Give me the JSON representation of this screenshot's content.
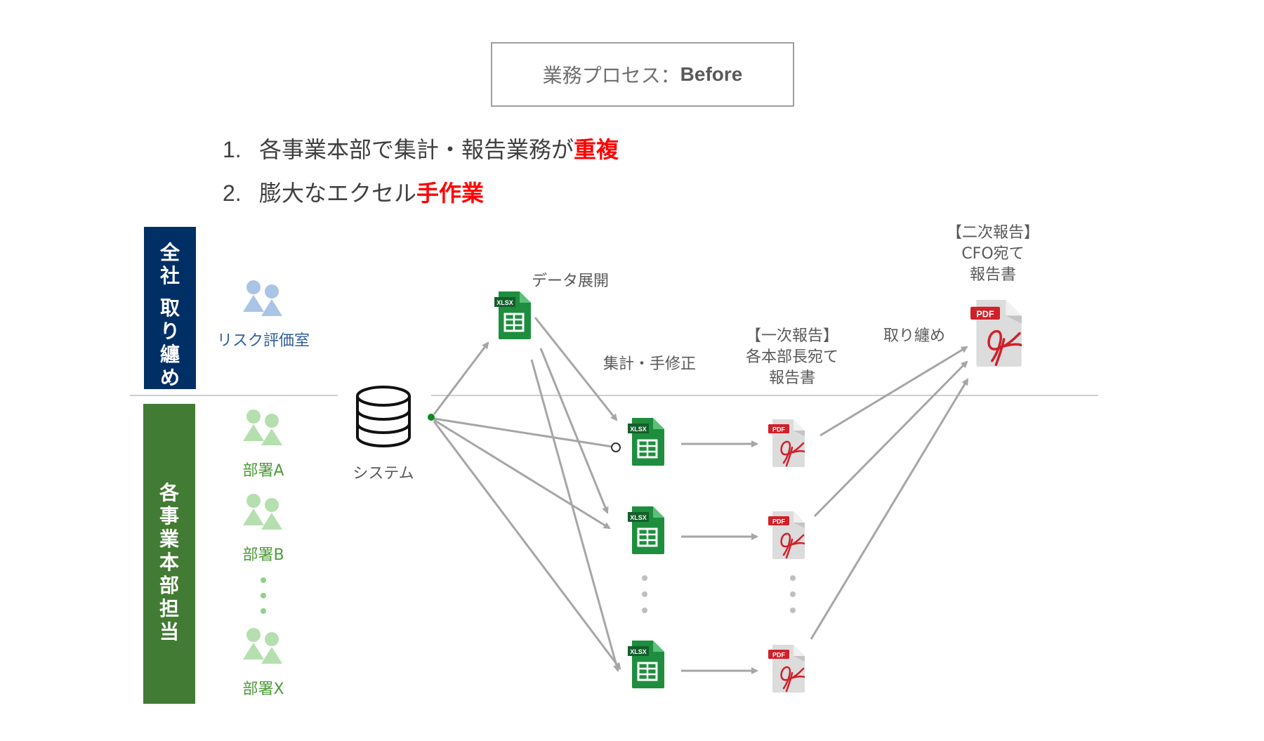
{
  "title": {
    "prefix": "業務プロセス：",
    "emphasis": "Before"
  },
  "issues": [
    {
      "number": "1.",
      "text": "各事業本部で集計・報告業務が",
      "highlight": "重複"
    },
    {
      "number": "2.",
      "text": "膨大なエクセル",
      "highlight": "手作業"
    }
  ],
  "lanes": {
    "corporate": {
      "line1": "全社",
      "line2": "取り纏め",
      "color": "#002f65"
    },
    "divisions": {
      "label": "各事業本部担当",
      "color": "#427b33"
    }
  },
  "actors": {
    "corporate": "リスク評価室",
    "departments": [
      "部署A",
      "部署B",
      "部署X"
    ]
  },
  "nodes": {
    "system": "システム",
    "data_expand": "データ展開",
    "aggregate": "集計・手修正",
    "first_report": [
      "【一次報告】",
      "各本部長宛て",
      "報告書"
    ],
    "consolidate": "取り纏め",
    "second_report": [
      "【二次報告】",
      "CFO宛て",
      "報告書"
    ]
  },
  "icons": {
    "xlsx_badge": "XLSX",
    "pdf_badge": "PDF"
  },
  "colors": {
    "highlight": "#ff0000",
    "excel_green": "#1e8e3e",
    "pdf_red": "#d0202a",
    "arrow_gray": "#a6a6a6"
  }
}
